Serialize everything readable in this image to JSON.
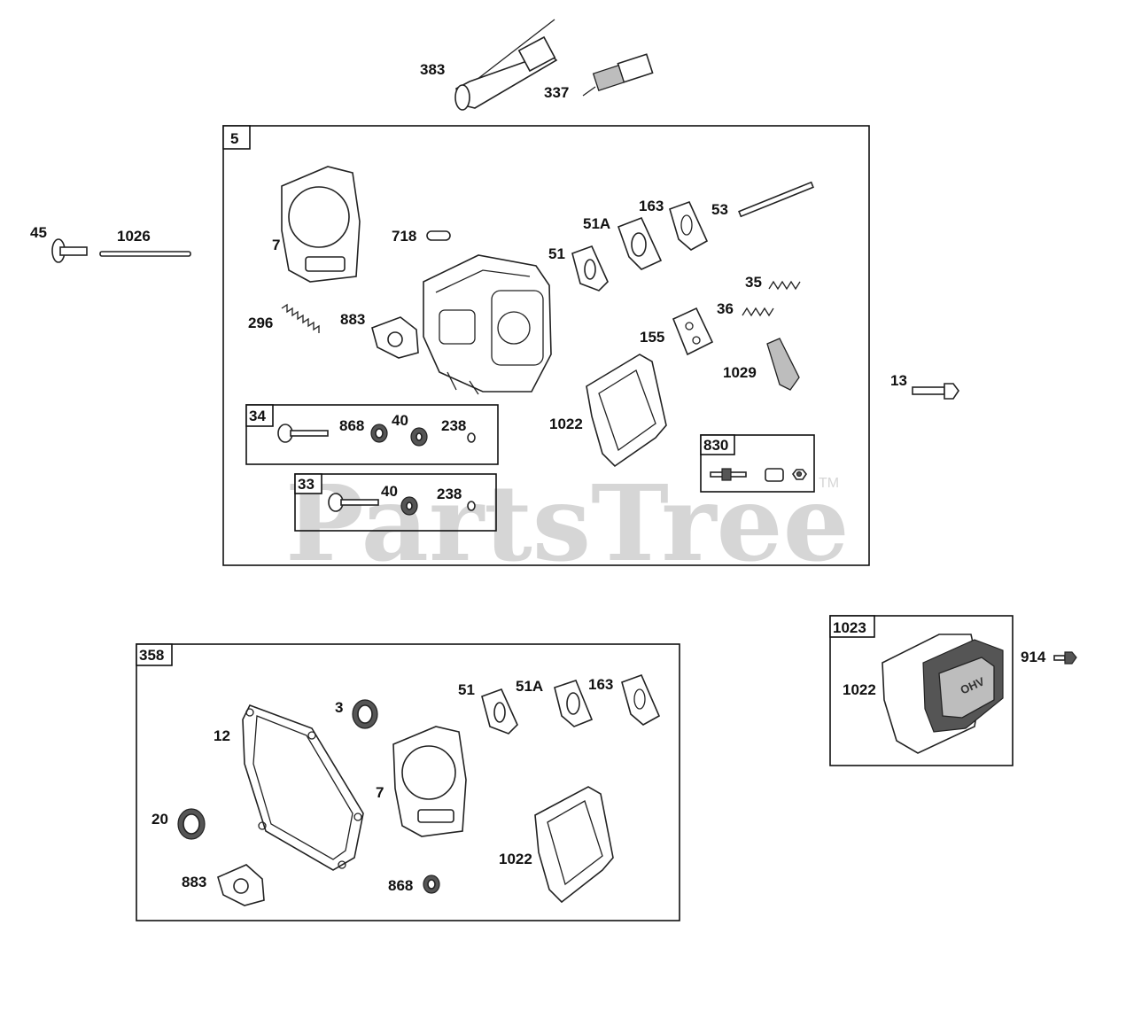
{
  "watermark": {
    "text": "PartsTree",
    "trademark": "TM"
  },
  "groups": {
    "g5": "5",
    "g34": "34",
    "g33": "33",
    "g830": "830",
    "g358": "358",
    "g1023": "1023"
  },
  "callouts": {
    "c383": "383",
    "c337": "337",
    "c45": "45",
    "c1026": "1026",
    "c7_top": "7",
    "c718": "718",
    "c51_top": "51",
    "c51a_top": "51A",
    "c163_top": "163",
    "c53": "53",
    "c35": "35",
    "c36": "36",
    "c296": "296",
    "c883_top": "883",
    "c155": "155",
    "c1029": "1029",
    "c13": "13",
    "c868_top": "868",
    "c40_top": "40",
    "c238_top": "238",
    "c1022_top": "1022",
    "c40_mid": "40",
    "c238_mid": "238",
    "c914": "914",
    "c1022_right": "1022",
    "c51_bot": "51",
    "c51a_bot": "51A",
    "c163_bot": "163",
    "c3": "3",
    "c12": "12",
    "c7_bot": "7",
    "c20": "20",
    "c1022_bot": "1022",
    "c883_bot": "883",
    "c868_bot": "868"
  },
  "cover_text": "OHV"
}
